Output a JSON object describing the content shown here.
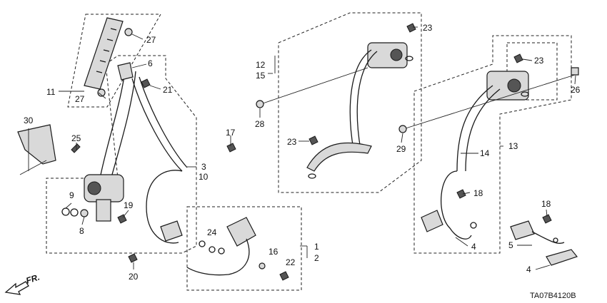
{
  "callouts": {
    "c30": "30",
    "c25": "25",
    "c11": "11",
    "c27a": "27",
    "c27b": "27",
    "c6": "6",
    "c21": "21",
    "c17": "17",
    "c3": "3",
    "c10": "10",
    "c9": "9",
    "c8": "8",
    "c19": "19",
    "c20": "20",
    "c24": "24",
    "c16": "16",
    "c22": "22",
    "c1": "1",
    "c2": "2",
    "c12": "12",
    "c15": "15",
    "c28": "28",
    "c23a": "23",
    "c23b": "23",
    "c23c": "23",
    "c29": "29",
    "c14": "14",
    "c13": "13",
    "c26": "26",
    "c18a": "18",
    "c18b": "18",
    "c4a": "4",
    "c4b": "4",
    "c5": "5"
  },
  "direction_label": "FR.",
  "diagram_code": "TA07B4120B",
  "colors": {
    "line": "#1a1a1a",
    "part_fill": "#d9d9d9",
    "background": "#ffffff"
  }
}
